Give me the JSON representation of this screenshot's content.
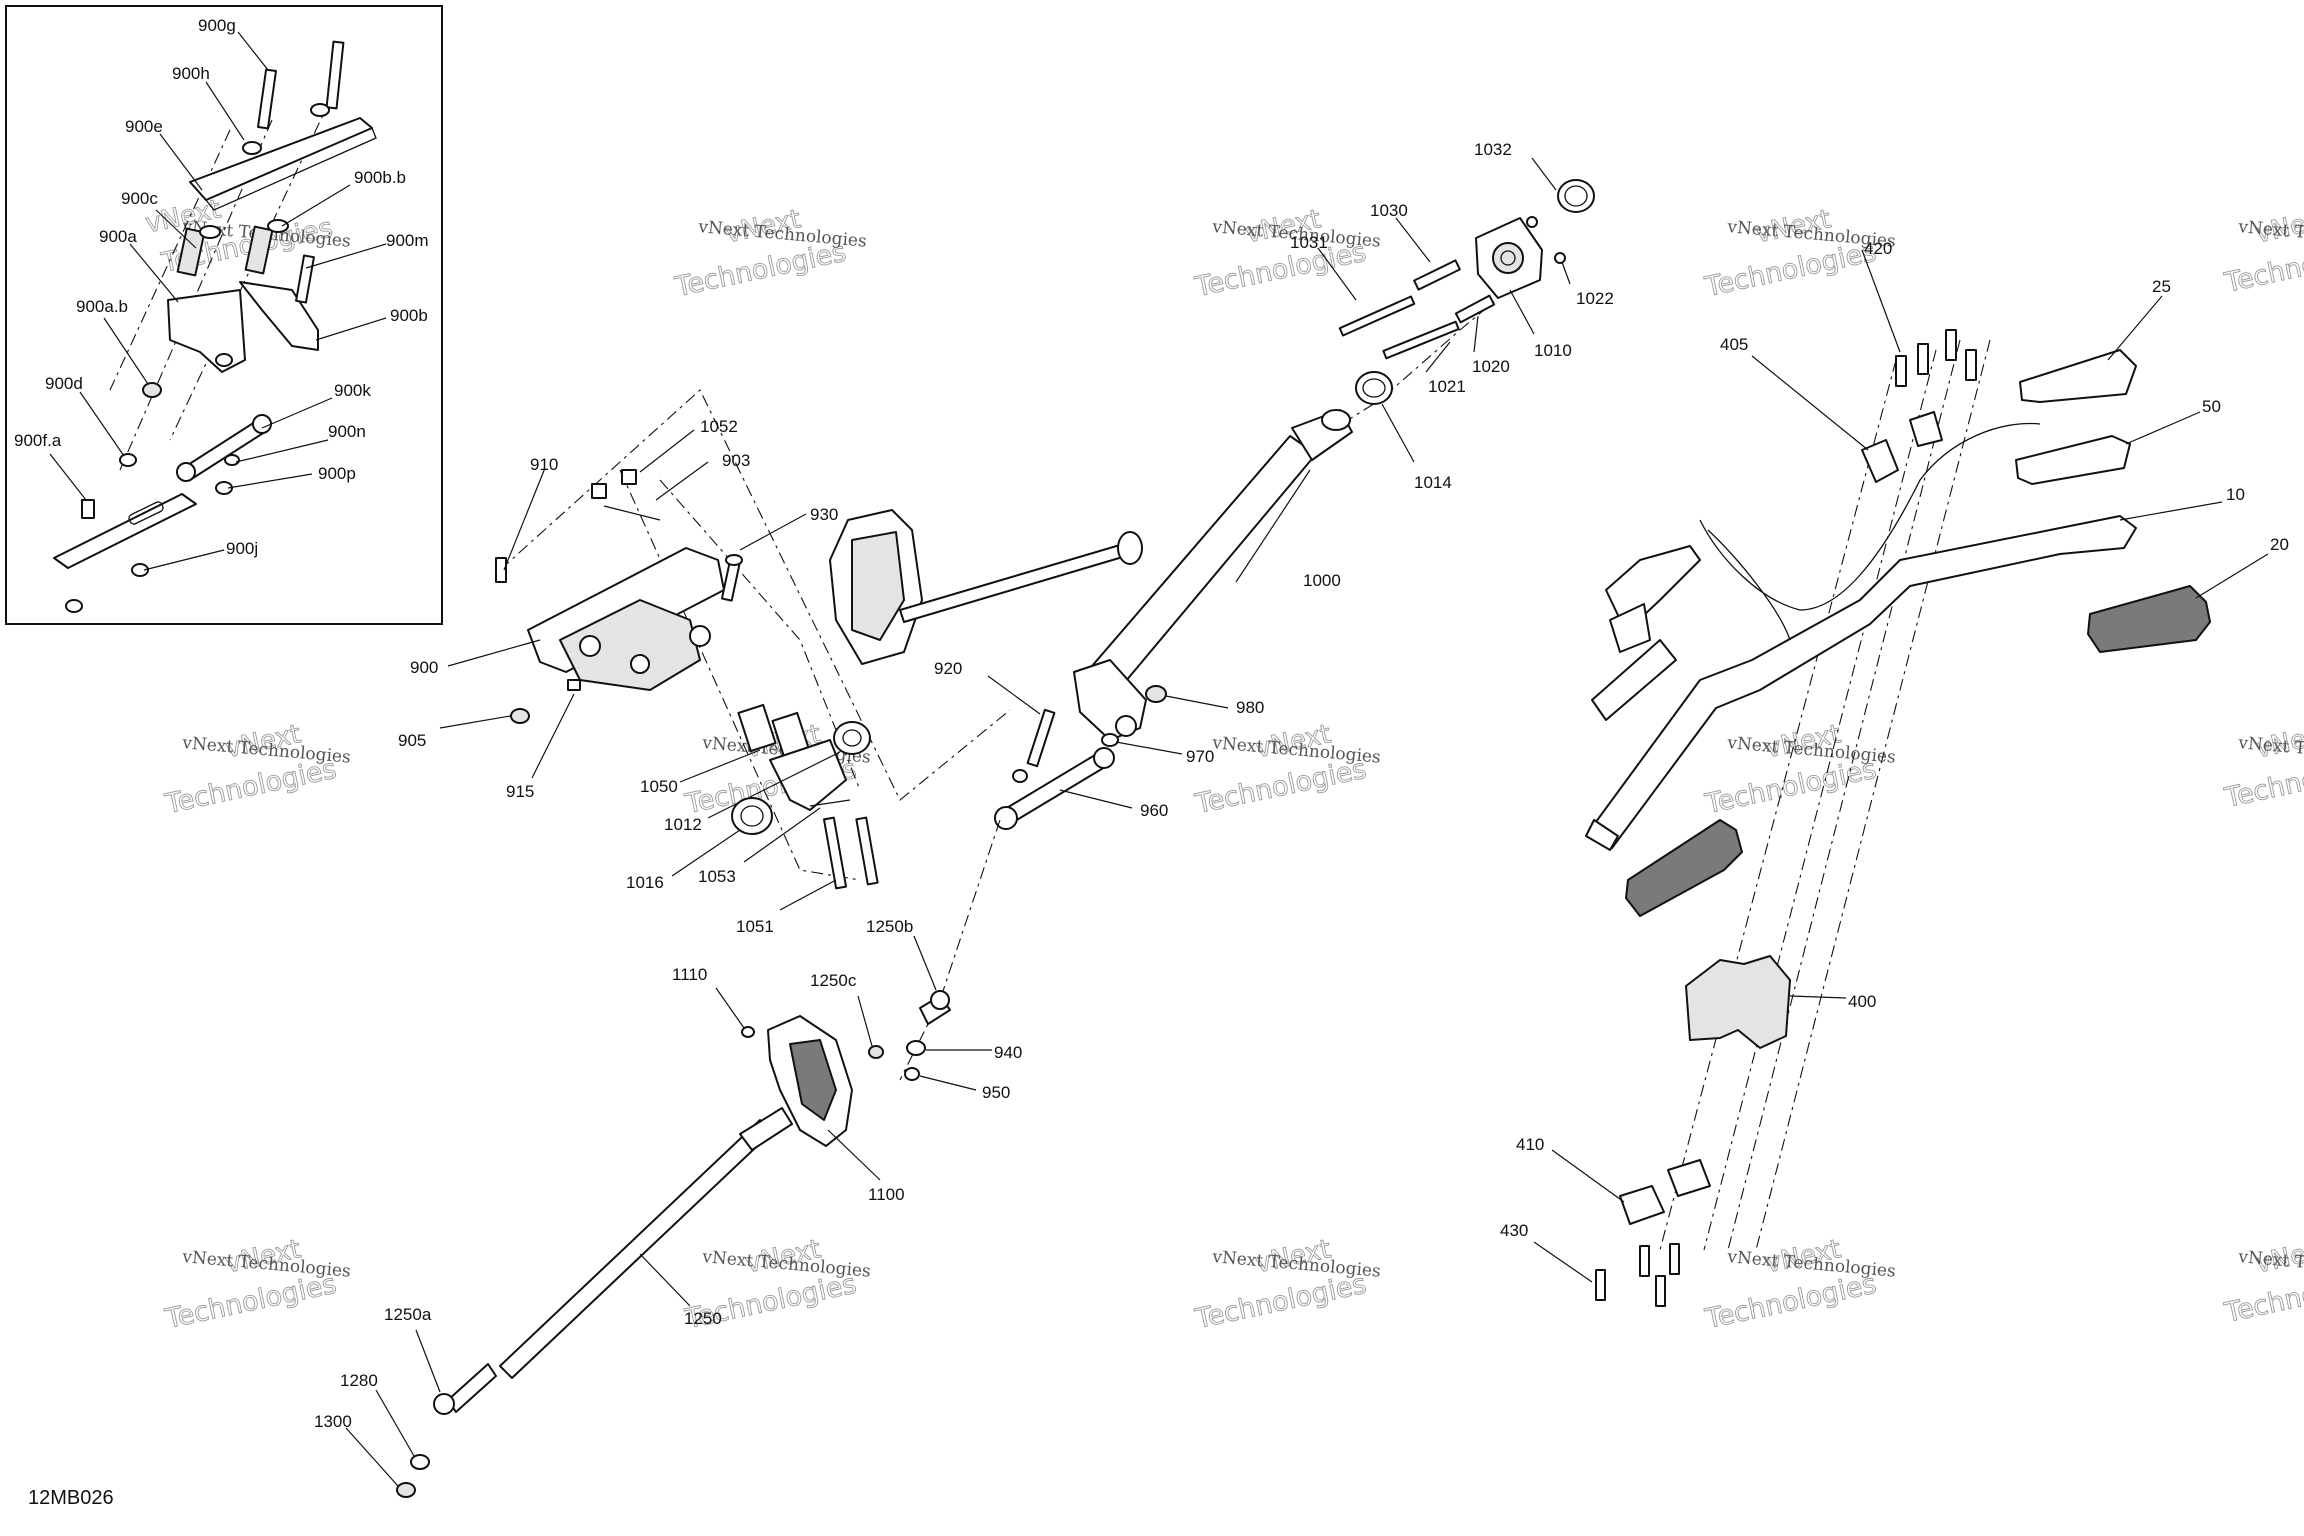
{
  "diagram_code": "12MB026",
  "watermark": {
    "line1": "vNext Technologies",
    "line2": "vNext",
    "line3": "Technologies"
  },
  "labels": {
    "l900g": "900g",
    "l900h": "900h",
    "l900e": "900e",
    "l900bb": "900b.b",
    "l900c": "900c",
    "l900m": "900m",
    "l900a": "900a",
    "l900ab": "900a.b",
    "l900b": "900b",
    "l900d": "900d",
    "l900k": "900k",
    "l900fa": "900f.a",
    "l900n": "900n",
    "l900p": "900p",
    "l900j": "900j",
    "l1052": "1052",
    "l910": "910",
    "l903": "903",
    "l930": "930",
    "l900": "900",
    "l905": "905",
    "l915": "915",
    "l1050": "1050",
    "l1012": "1012",
    "l1016": "1016",
    "l1053": "1053",
    "l1051": "1051",
    "l920": "920",
    "l980": "980",
    "l970": "970",
    "l960": "960",
    "l1000": "1000",
    "l1031": "1031",
    "l1030": "1030",
    "l1032": "1032",
    "l1022": "1022",
    "l1010": "1010",
    "l1020": "1020",
    "l1021": "1021",
    "l1014": "1014",
    "l420": "420",
    "l405": "405",
    "l25": "25",
    "l50": "50",
    "l10": "10",
    "l20": "20",
    "l400": "400",
    "l410": "410",
    "l430": "430",
    "l1250b": "1250b",
    "l1110": "1110",
    "l1250c": "1250c",
    "l940": "940",
    "l950": "950",
    "l1100": "1100",
    "l1250": "1250",
    "l1250a": "1250a",
    "l1280": "1280",
    "l1300": "1300"
  }
}
